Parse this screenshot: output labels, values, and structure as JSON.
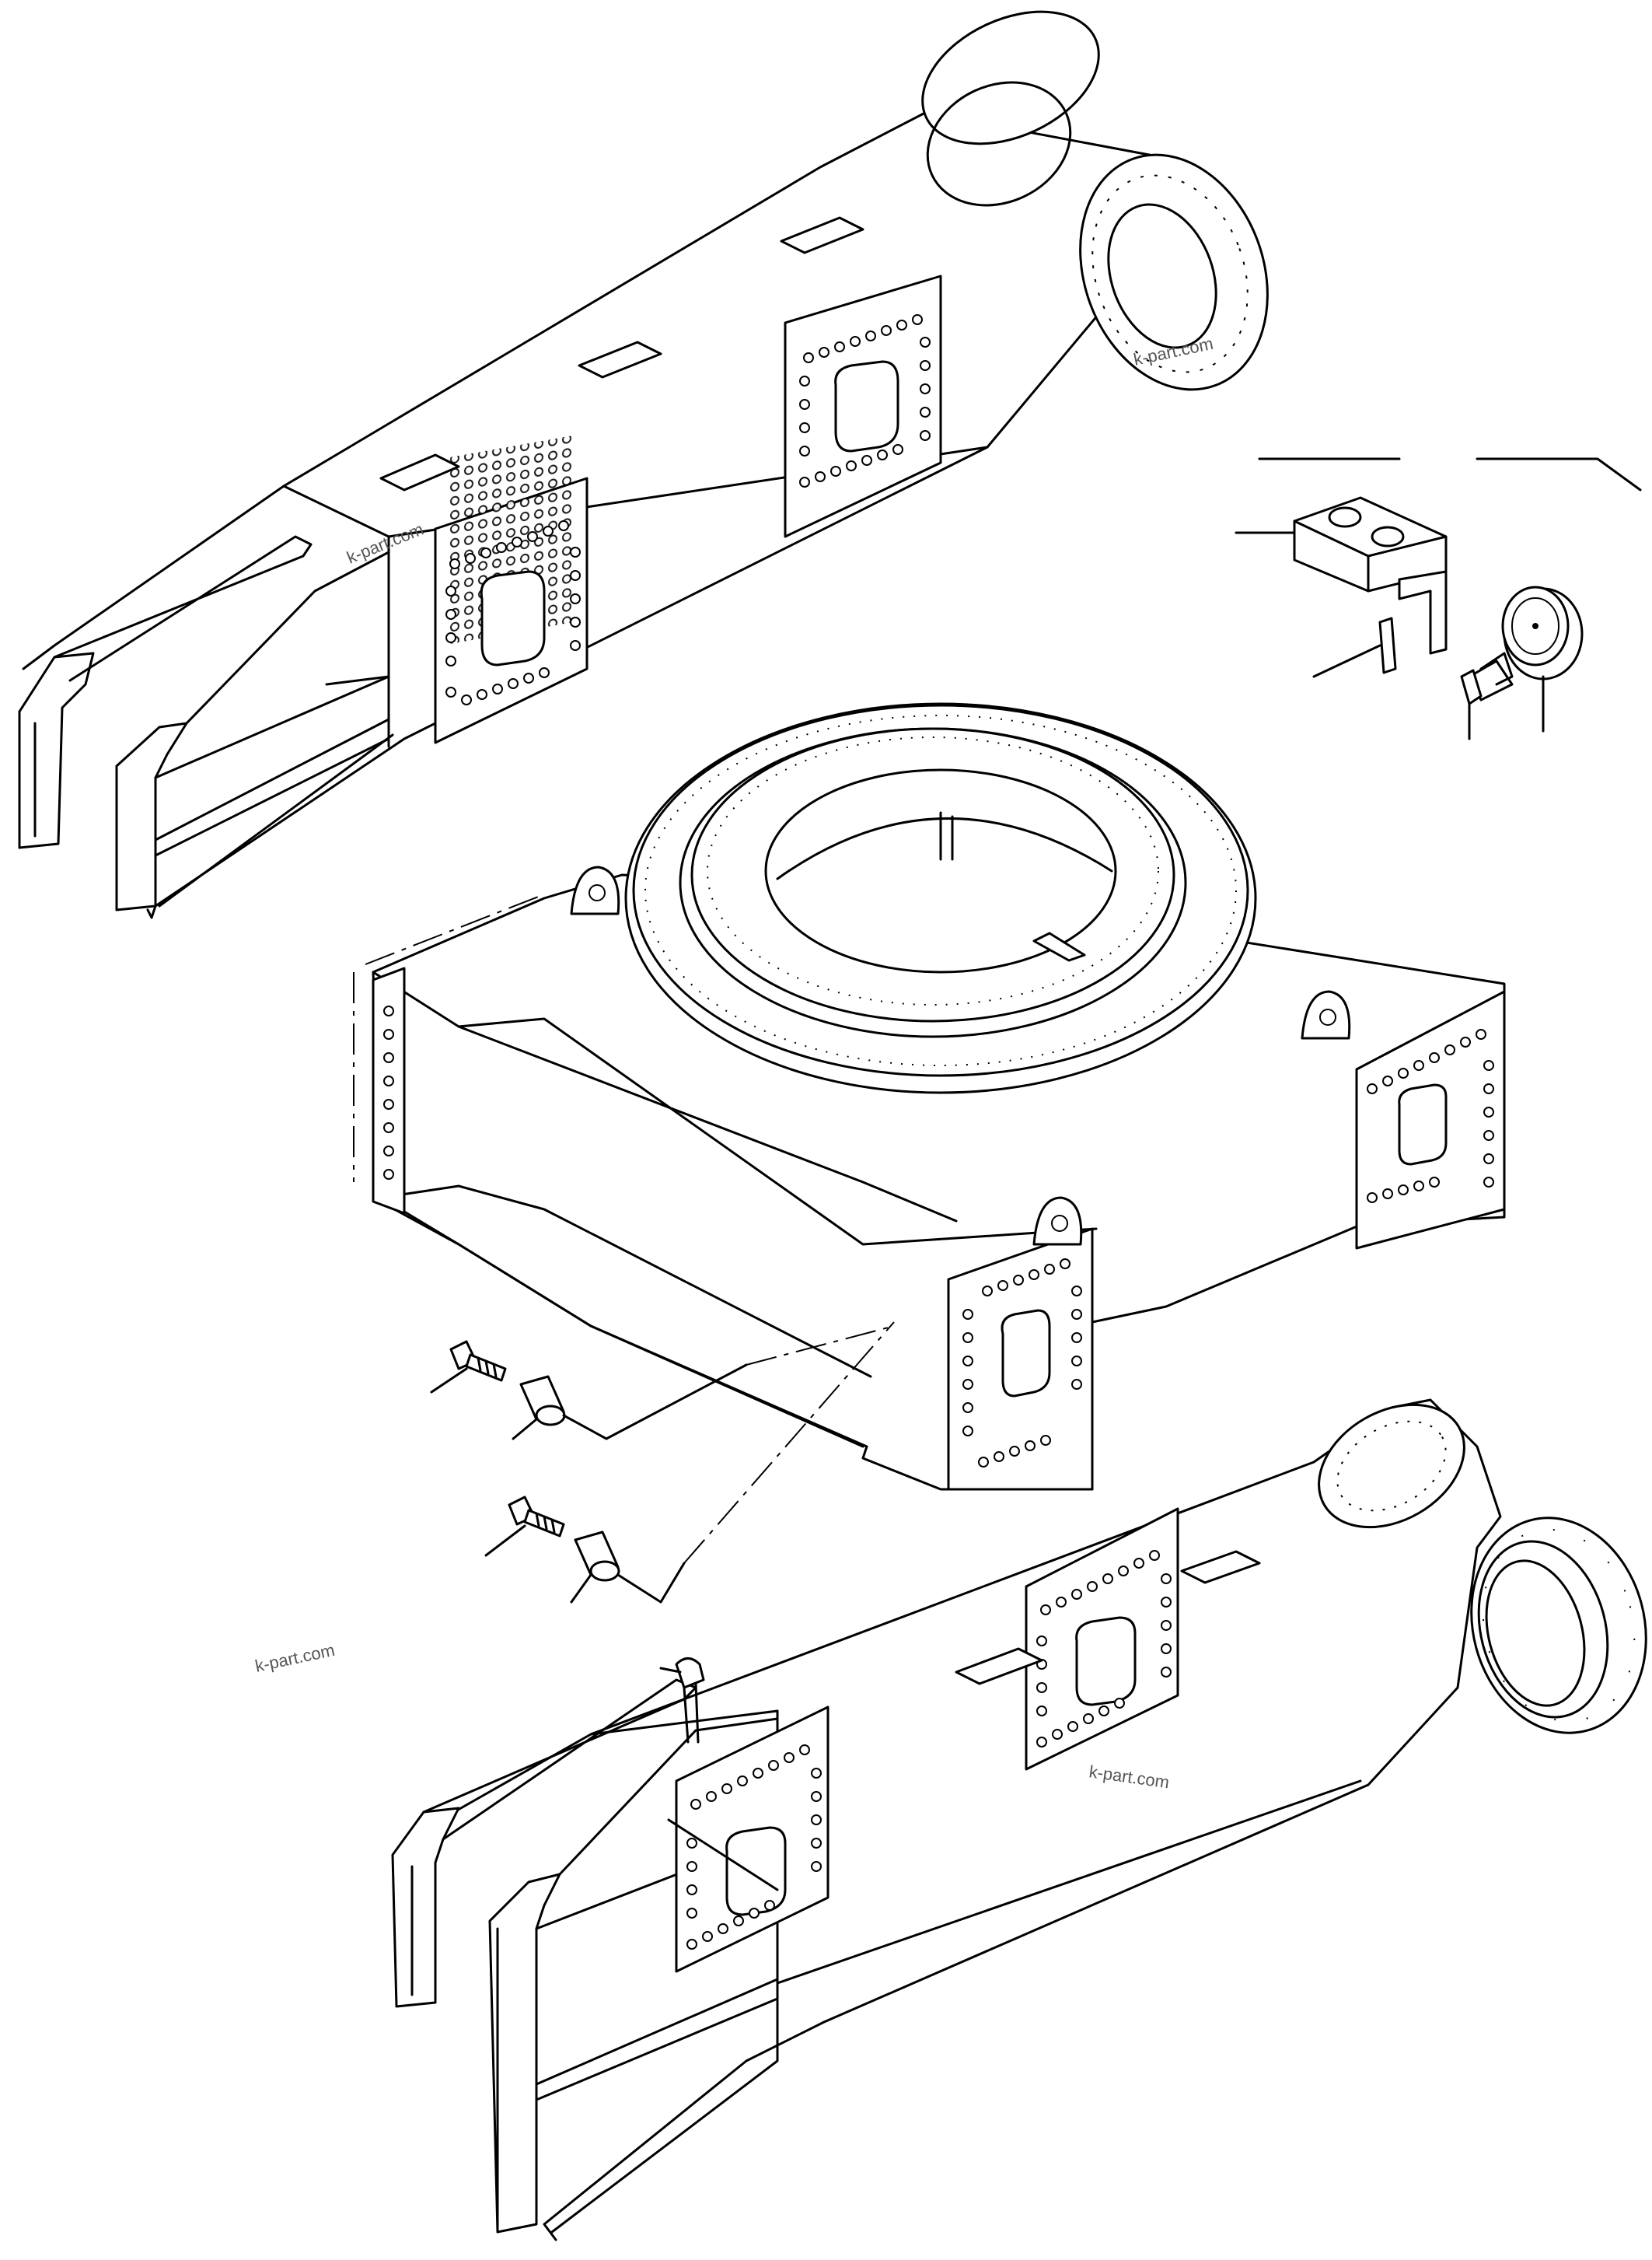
{
  "watermarks": {
    "upper_frame": "k-part.com",
    "upper_ring": "k-part.com",
    "left_margin": "k-part.com",
    "lower_frame": "k-part.com"
  }
}
